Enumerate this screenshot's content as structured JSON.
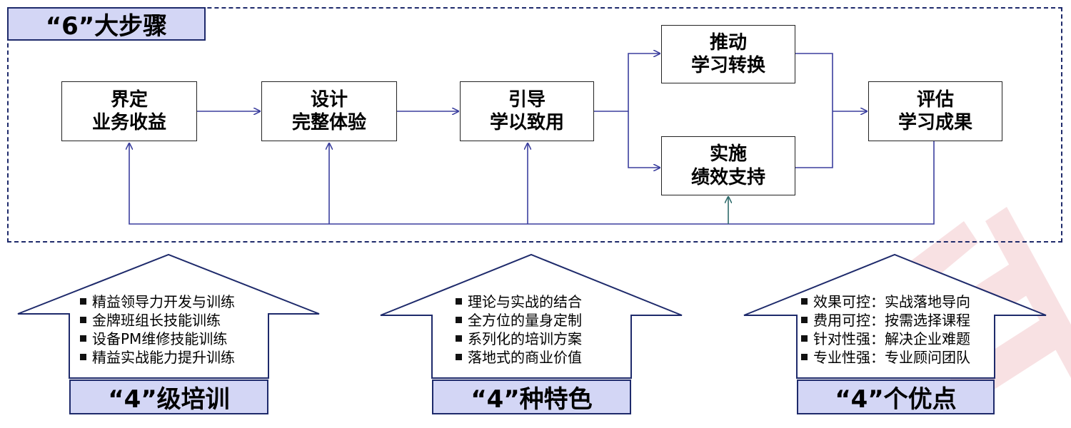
{
  "title": "“6”大步骤",
  "steps": [
    {
      "line1": "界定",
      "line2": "业务收益"
    },
    {
      "line1": "设计",
      "line2": "完整体验"
    },
    {
      "line1": "引导",
      "line2": "学以致用"
    },
    {
      "line1": "推动",
      "line2": "学习转换"
    },
    {
      "line1": "实施",
      "line2": "绩效支持"
    },
    {
      "line1": "评估",
      "line2": "学习成果"
    }
  ],
  "panels": [
    {
      "label": "“4”级培训",
      "items": [
        "精益领导力开发与训练",
        "金牌班组长技能训练",
        "设备PM维修技能训练",
        "精益实战能力提升训练"
      ]
    },
    {
      "label": "“4”种特色",
      "items": [
        "理论与实战的结合",
        "全方位的量身定制",
        "系列化的培训方案",
        "落地式的商业价值"
      ]
    },
    {
      "label": "“4”个优点",
      "items": [
        "效果可控：实战落地导向",
        "费用可控：按需选择课程",
        "针对性强：解决企业难题",
        "专业性强：专业顾问团队"
      ]
    }
  ],
  "colors": {
    "frame": "#1e2a6b",
    "arrow": "#3b3f9e",
    "label_fill": "#d3d6f5",
    "feedback_teal": "#2e6b6b",
    "watermark": "#cc2233"
  }
}
